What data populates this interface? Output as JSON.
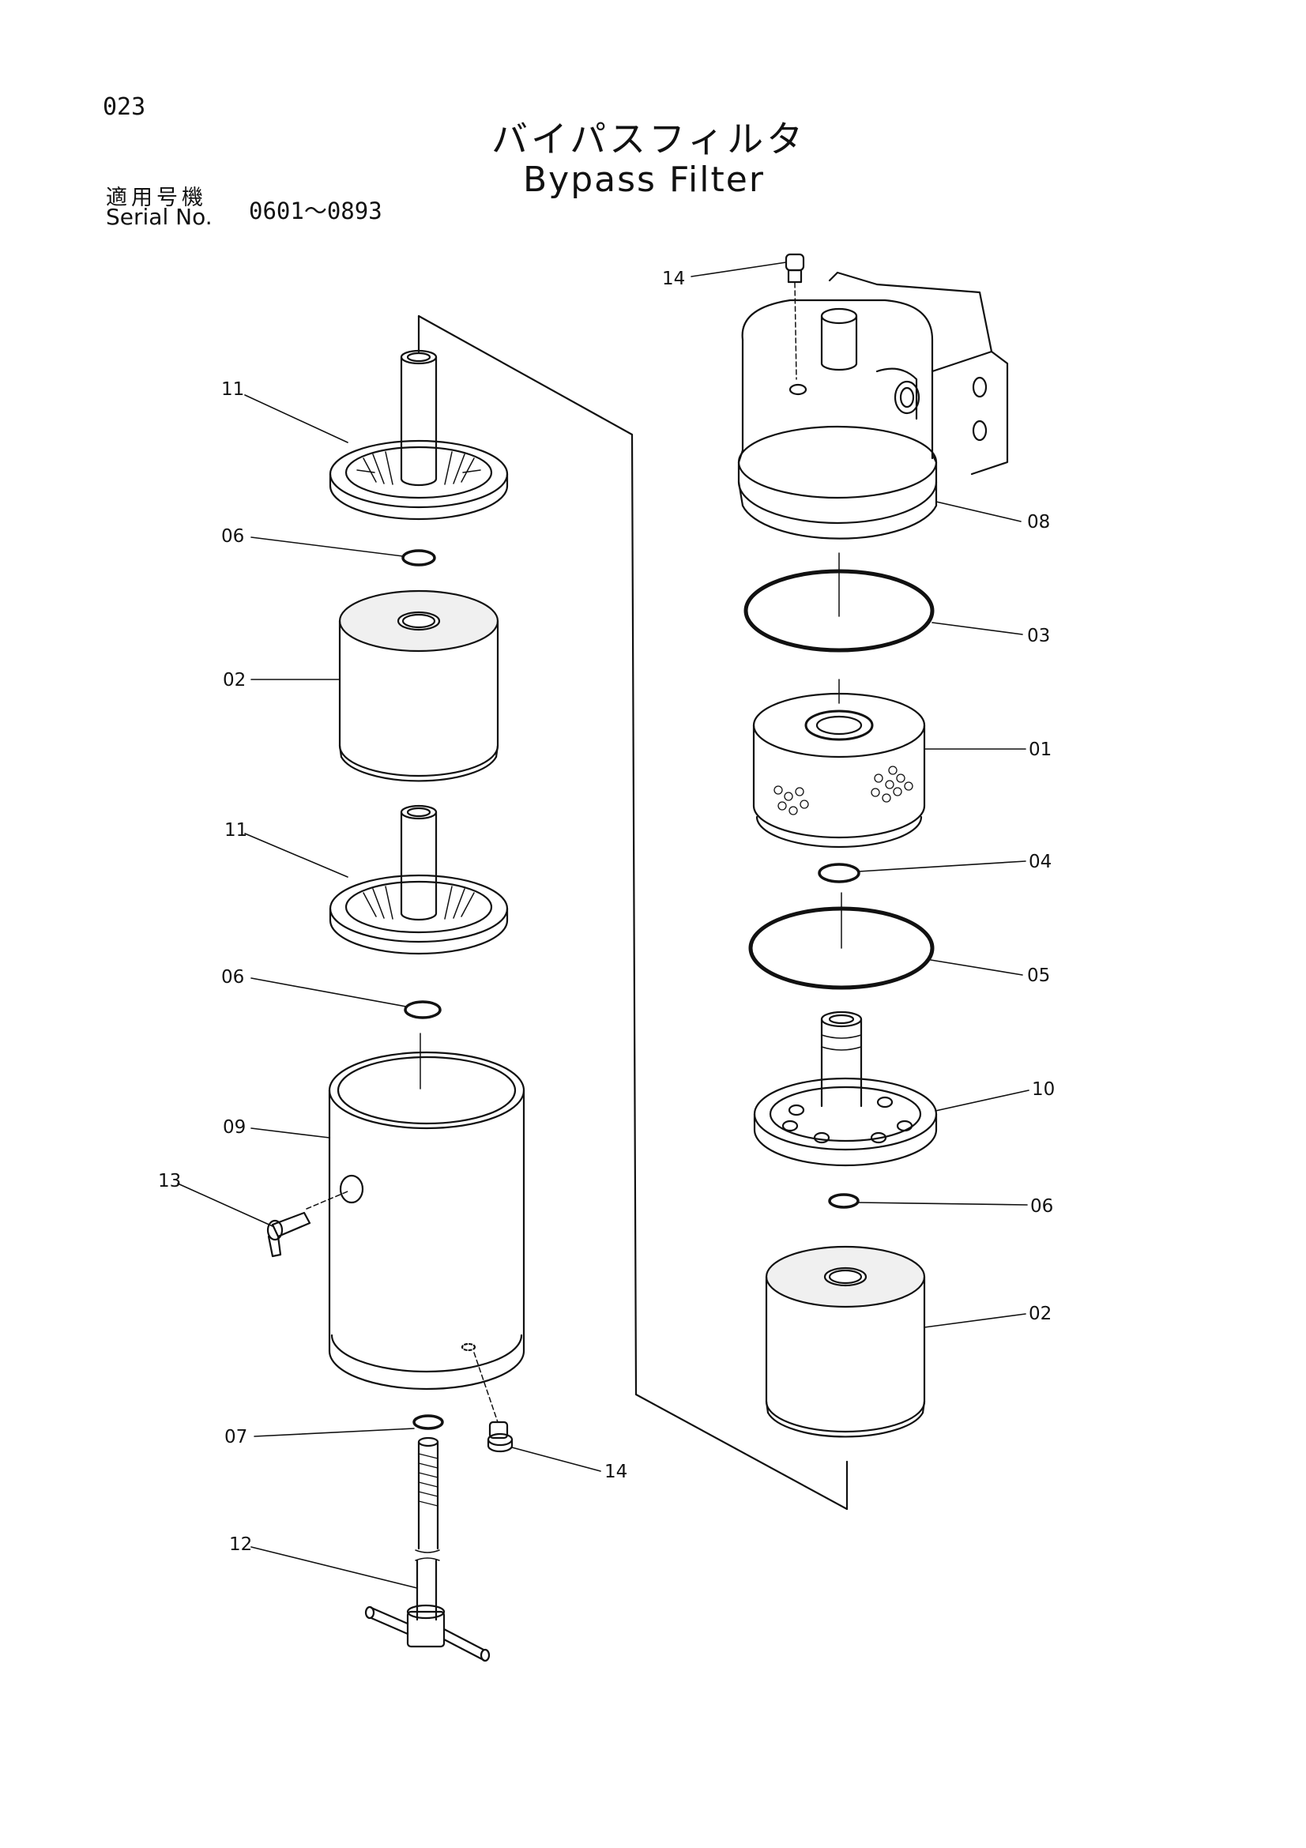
{
  "header": {
    "page_number": "023",
    "title_jp": "バイパスフィルタ",
    "title_en": "Bypass Filter",
    "serial_label_jp": "適用号機",
    "serial_label_en": "Serial No.",
    "serial_range": "0601～0893"
  },
  "callouts": {
    "c11_top": "11",
    "c06_left_a": "06",
    "c02_left": "02",
    "c11_mid": "11",
    "c06_left_b": "06",
    "c09": "09",
    "c13": "13",
    "c07": "07",
    "c14_low": "14",
    "c12": "12",
    "c14_top": "14",
    "c08": "08",
    "c03": "03",
    "c01": "01",
    "c04": "04",
    "c05": "05",
    "c10": "10",
    "c06_right": "06",
    "c02_right": "02"
  }
}
